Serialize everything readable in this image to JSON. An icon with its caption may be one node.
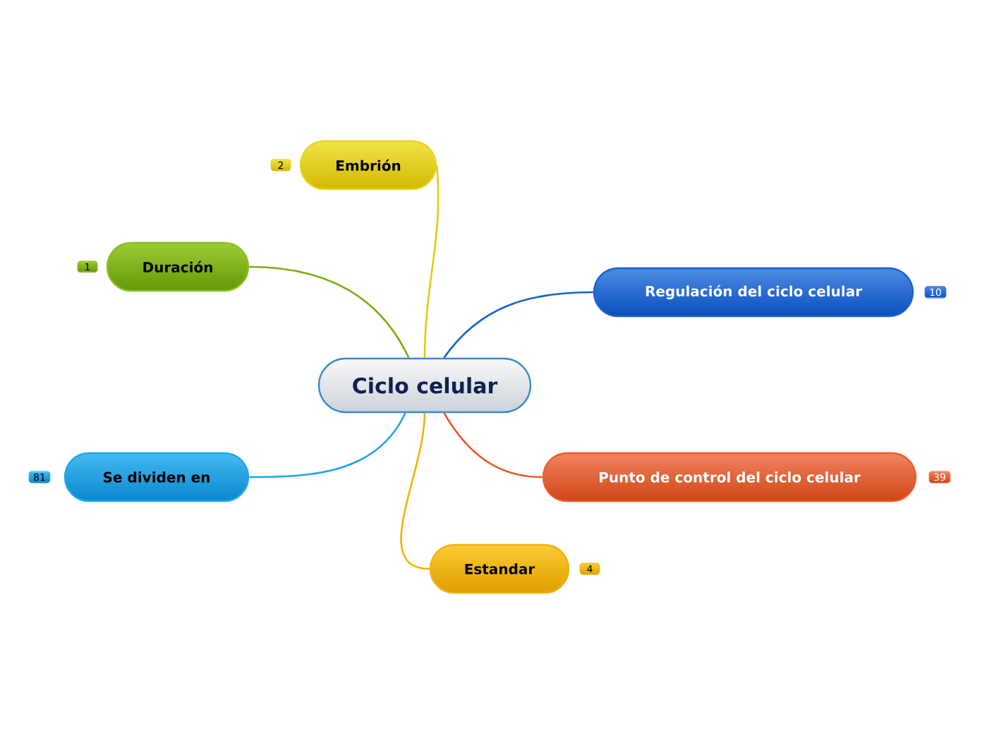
{
  "diagram": {
    "nodes": [
      {
        "text": [
          "Ciclo celular"
        ]
      },
      {
        "text": [
          "Embrión"
        ],
        "beside": [
          "2"
        ]
      },
      {
        "text": [
          "Duración"
        ],
        "beside": [
          "1"
        ]
      },
      {
        "text": [
          "Regulación del ciclo celular"
        ],
        "beside": [
          "10"
        ]
      },
      {
        "text": [
          "Se dividen en"
        ],
        "beside": [
          "81"
        ]
      },
      {
        "text": [
          "Punto de control del ciclo celular"
        ],
        "beside": [
          "39"
        ]
      },
      {
        "text": [
          "Estandar"
        ],
        "beside": [
          "4"
        ]
      }
    ],
    "edges": [
      {
        "from": 0,
        "to": 1,
        "arrow": "none",
        "color": "#e2cc10"
      },
      {
        "from": 0,
        "to": 2,
        "arrow": "none",
        "color": "#7aad10"
      },
      {
        "from": 0,
        "to": 3,
        "arrow": "none",
        "color": "#1462d0"
      },
      {
        "from": 0,
        "to": 4,
        "arrow": "none",
        "color": "#20a4e4"
      },
      {
        "from": 0,
        "to": 5,
        "arrow": "none",
        "color": "#f05424"
      },
      {
        "from": 0,
        "to": 6,
        "arrow": "none",
        "color": "#f2b400"
      }
    ]
  }
}
